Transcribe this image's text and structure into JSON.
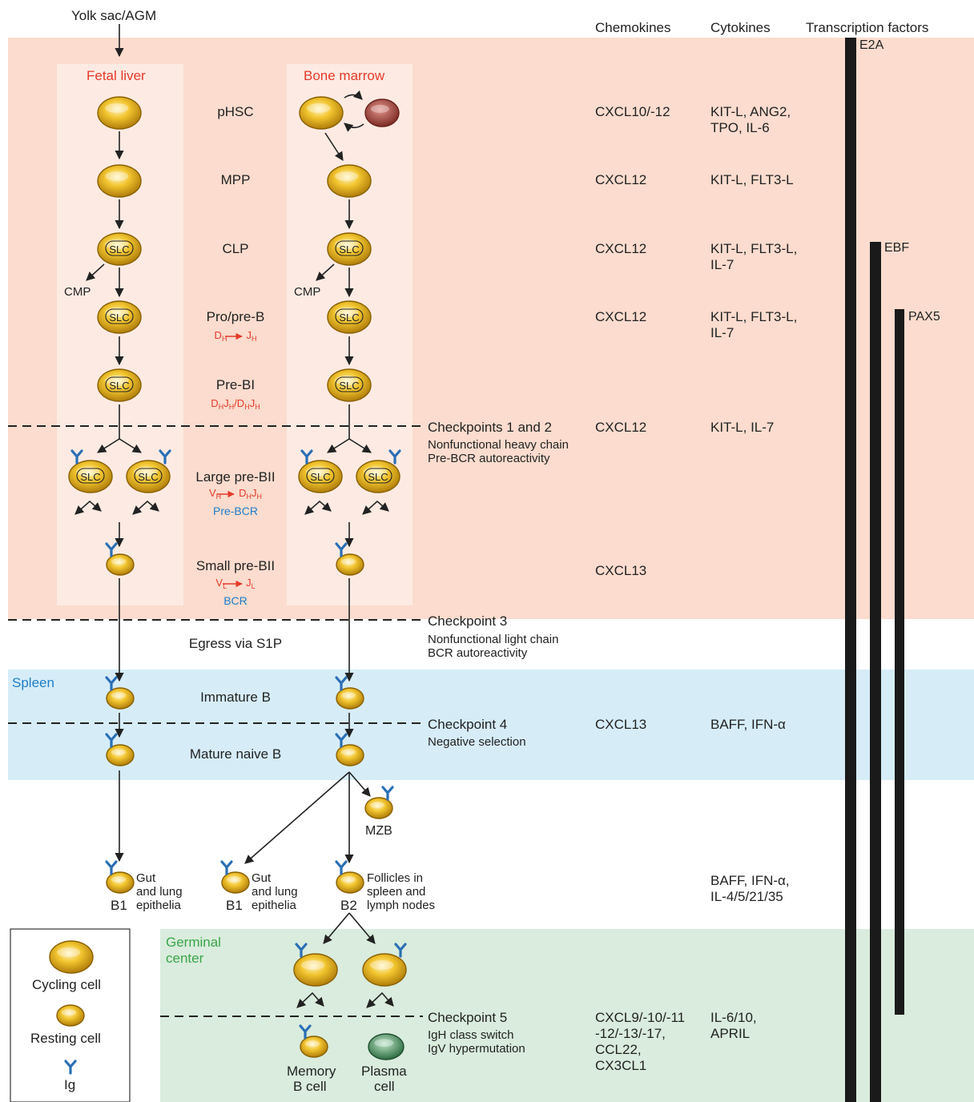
{
  "source": "Yolk sac/AGM",
  "headers": {
    "chemokines": "Chemokines",
    "cytokines": "Cytokines",
    "tf": "Transcription factors"
  },
  "sites": {
    "fetal_liver": "Fetal liver",
    "bone_marrow": "Bone marrow",
    "spleen": "Spleen",
    "germinal_center_1": "Germinal",
    "germinal_center_2": "center"
  },
  "stages": {
    "phsc": "pHSC",
    "mpp": "MPP",
    "clp": "CLP",
    "propreb": "Pro/pre-B",
    "prebi": "Pre-BI",
    "largepreb": "Large pre-BII",
    "smallpreb": "Small pre-BII",
    "egress": "Egress via S1P",
    "immature": "Immature B",
    "mature": "Mature naive B"
  },
  "rearrangements": {
    "propreb": {
      "a": "D",
      "a_sub": "H",
      "b": "J",
      "b_sub": "H"
    },
    "prebi": {
      "a": "D",
      "a_sub": "H",
      "b": "J",
      "b_sub": "H",
      "c": "/D",
      "c_sub": "H",
      "d": "J",
      "d_sub": "H"
    },
    "largepreb": {
      "a": "V",
      "a_sub": "H",
      "b": "D",
      "b_sub": "H",
      "c": "J",
      "c_sub": "H",
      "receptor": "Pre-BCR"
    },
    "smallpreb": {
      "a": "V",
      "a_sub": "L",
      "b": "J",
      "b_sub": "L",
      "receptor": "BCR"
    }
  },
  "cell_labels": {
    "slc": "SLC",
    "cmp": "CMP",
    "mzb": "MZB",
    "b1": "B1",
    "b2": "B2",
    "memory_1": "Memory",
    "memory_2": "B cell",
    "plasma_1": "Plasma",
    "plasma_2": "cell"
  },
  "destinations": {
    "gut_1": "Gut",
    "gut_2": "and lung",
    "gut_3": "epithelia",
    "foll_1": "Follicles in",
    "foll_2": "spleen and",
    "foll_3": "lymph nodes"
  },
  "checkpoints": [
    {
      "title": "Checkpoints 1 and 2",
      "line1": "Nonfunctional heavy chain",
      "line2": "Pre-BCR autoreactivity"
    },
    {
      "title": "Checkpoint 3",
      "line1": "Nonfunctional light chain",
      "line2": "BCR autoreactivity"
    },
    {
      "title": "Checkpoint 4",
      "line1": "Negative selection",
      "line2": ""
    },
    {
      "title": "Checkpoint 5",
      "line1": "IgH class switch",
      "line2": "IgV hypermutation"
    }
  ],
  "chemokines": {
    "phsc": "CXCL10/-12",
    "mpp": "CXCL12",
    "clp": "CXCL12",
    "propreb": "CXCL12",
    "cp12": "CXCL12",
    "smallpreb": "CXCL13",
    "cp4": "CXCL13",
    "cp5_1": "CXCL9/-10/-11",
    "cp5_2": "-12/-13/-17,",
    "cp5_3": "CCL22,",
    "cp5_4": "CX3CL1"
  },
  "cytokines": {
    "phsc_1": "KIT-L, ANG2,",
    "phsc_2": "TPO, IL-6",
    "mpp": "KIT-L, FLT3-L",
    "clp_1": "KIT-L, FLT3-L,",
    "clp_2": "IL-7",
    "propreb_1": "KIT-L, FLT3-L,",
    "propreb_2": "IL-7",
    "cp12": "KIT-L, IL-7",
    "cp4": "BAFF, IFN-α",
    "dest_1": "BAFF, IFN-α,",
    "dest_2": "IL-4/5/21/35",
    "cp5_1": "IL-6/10,",
    "cp5_2": "APRIL"
  },
  "transcription_factors": {
    "e2a": "E2A",
    "ebf": "EBF",
    "pax5": "PAX5"
  },
  "legend": {
    "cycling": "Cycling cell",
    "resting": "Resting cell",
    "ig": "Ig"
  },
  "colors": {
    "salmon": "#fbdcce",
    "panel": "#fdebe3",
    "spleen": "#d6edf8",
    "germinal": "#d9ecdd",
    "cell": "#e8b419",
    "plasma": "#3f8b58",
    "stromal": "#a8463e",
    "ig": "#2a6fb5",
    "red_text": "#e53a2a"
  }
}
